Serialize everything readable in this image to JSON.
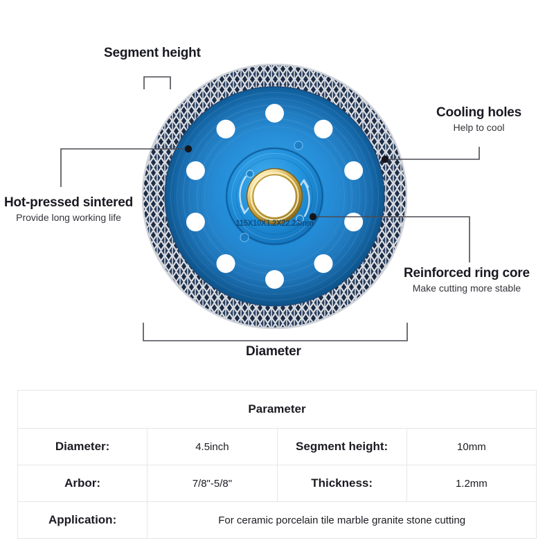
{
  "product": {
    "type": "diamond-saw-blade",
    "hub_marking": "115X10X1.2X22.23mm",
    "colors": {
      "disc_blue": "#1a86d6",
      "disc_blue_dark": "#0f5f9e",
      "rim_silver": "#d8dade",
      "rim_navy": "#2c3f5e",
      "arbor_gold": "#c9a23b",
      "label_text": "#191922",
      "leader_line": "#4a4a52",
      "table_border": "#e6e6e8"
    },
    "cooling_hole_count": 10
  },
  "callouts": [
    {
      "id": "segment-height",
      "title": "Segment height",
      "sub": ""
    },
    {
      "id": "cooling-holes",
      "title": "Cooling holes",
      "sub": "Help to cool"
    },
    {
      "id": "hot-pressed-sintered",
      "title": "Hot-pressed sintered",
      "sub": "Provide long working life"
    },
    {
      "id": "reinforced-ring-core",
      "title": "Reinforced ring core",
      "sub": "Make cutting more stable"
    },
    {
      "id": "diameter",
      "title": "Diameter",
      "sub": ""
    }
  ],
  "table": {
    "header": "Parameter",
    "rows": [
      {
        "key1": "Diameter:",
        "val1": "4.5inch",
        "key2": "Segment height:",
        "val2": "10mm"
      },
      {
        "key1": "Arbor:",
        "val1": "7/8\"-5/8\"",
        "key2": "Thickness:",
        "val2": "1.2mm"
      }
    ],
    "application": {
      "key": "Application:",
      "val": "For ceramic porcelain tile marble granite stone cutting"
    }
  }
}
